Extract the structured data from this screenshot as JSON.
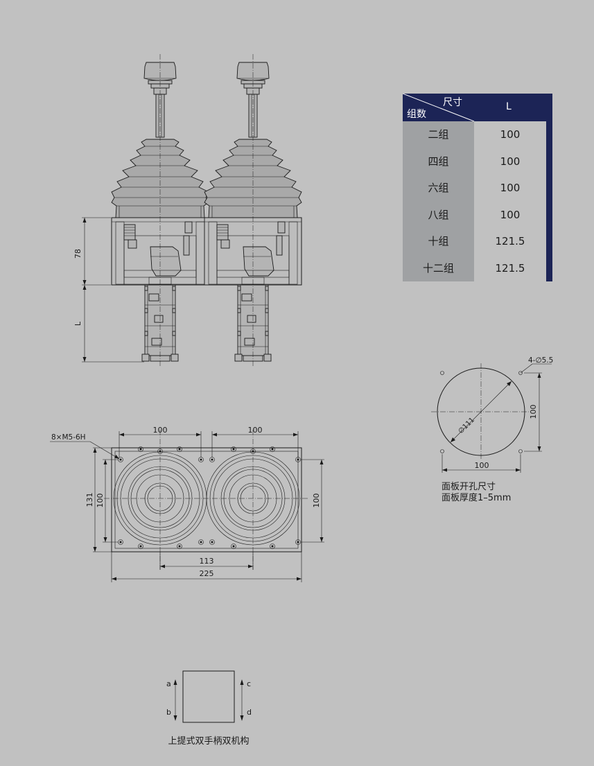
{
  "table": {
    "header_size": "尺寸",
    "header_group": "组数",
    "header_l": "L",
    "rows": [
      {
        "group": "二组",
        "L": "100"
      },
      {
        "group": "四组",
        "L": "100"
      },
      {
        "group": "六组",
        "L": "100"
      },
      {
        "group": "八组",
        "L": "100"
      },
      {
        "group": "十组",
        "L": "121.5"
      },
      {
        "group": "十二组",
        "L": "121.5"
      }
    ]
  },
  "front_view": {
    "dim_78": "78",
    "dim_L": "L"
  },
  "bottom_view": {
    "thread_callout": "8×M5-6H",
    "dim_100_left": "100",
    "dim_100_right": "100",
    "dim_131": "131",
    "dim_100_inner_v": "100",
    "dim_100_right_v": "100",
    "dim_113": "113",
    "dim_225": "225"
  },
  "cutout": {
    "holes_callout": "4-∅5.5",
    "diameter": "∅111",
    "dim_100_h": "100",
    "dim_100_v": "100",
    "caption_line1": "面板开孔尺寸",
    "caption_line2": "面板厚度1–5mm"
  },
  "mechanism": {
    "label_a": "a",
    "label_b": "b",
    "label_c": "c",
    "label_d": "d",
    "caption": "上提式双手柄双机构"
  }
}
